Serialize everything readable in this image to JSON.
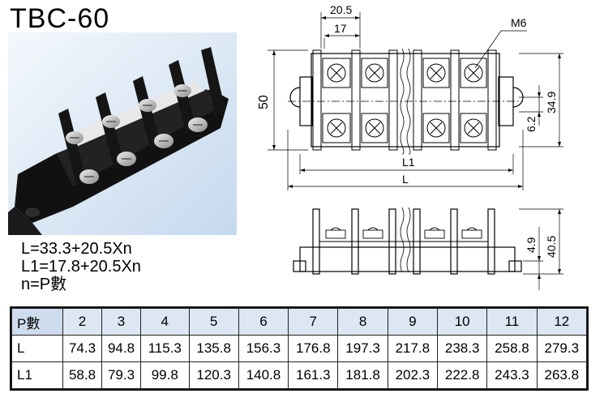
{
  "title": "TBC-60",
  "formulas": {
    "L": "L=33.3+20.5Xn",
    "L1": "L1=17.8+20.5Xn",
    "n": "n=P數"
  },
  "dimensions": {
    "d205": "20.5",
    "d17": "17",
    "screw": "M6",
    "d50": "50",
    "d349": "34.9",
    "d62": "6.2",
    "L1": "L1",
    "L": "L",
    "d49": "4.9",
    "d405": "40.5"
  },
  "table": {
    "header": [
      "P數",
      "2",
      "3",
      "4",
      "5",
      "6",
      "7",
      "8",
      "9",
      "10",
      "11",
      "12"
    ],
    "rows": [
      [
        "L",
        "74.3",
        "94.8",
        "115.3",
        "135.8",
        "156.3",
        "176.8",
        "197.3",
        "217.8",
        "238.3",
        "258.8",
        "279.3"
      ],
      [
        "L1",
        "58.8",
        "79.3",
        "99.8",
        "120.3",
        "140.8",
        "161.3",
        "181.8",
        "202.3",
        "222.8",
        "243.3",
        "263.8"
      ]
    ]
  }
}
